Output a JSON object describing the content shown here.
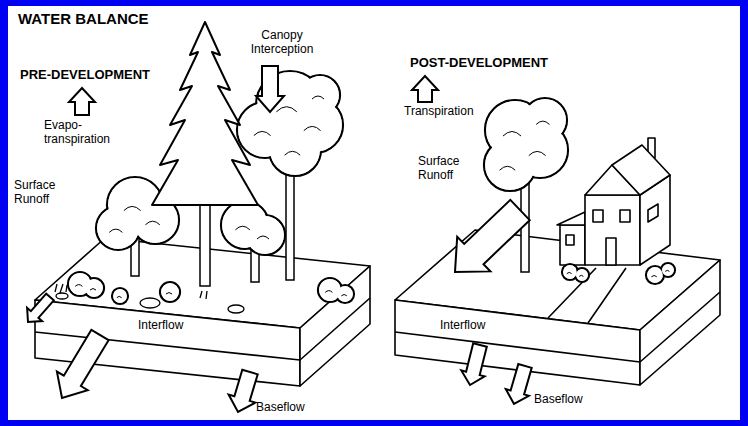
{
  "diagram": {
    "title": "WATER BALANCE",
    "labels": [
      "PRE-DEVELOPMENT",
      "Canopy Interception",
      "Evapo- transpiration",
      "Surface Runoff",
      "Interflow",
      "Baseflow",
      "POST-DEVELOPMENT",
      "Transpiration",
      "Surface Runoff",
      "Interflow",
      "Baseflow"
    ]
  }
}
